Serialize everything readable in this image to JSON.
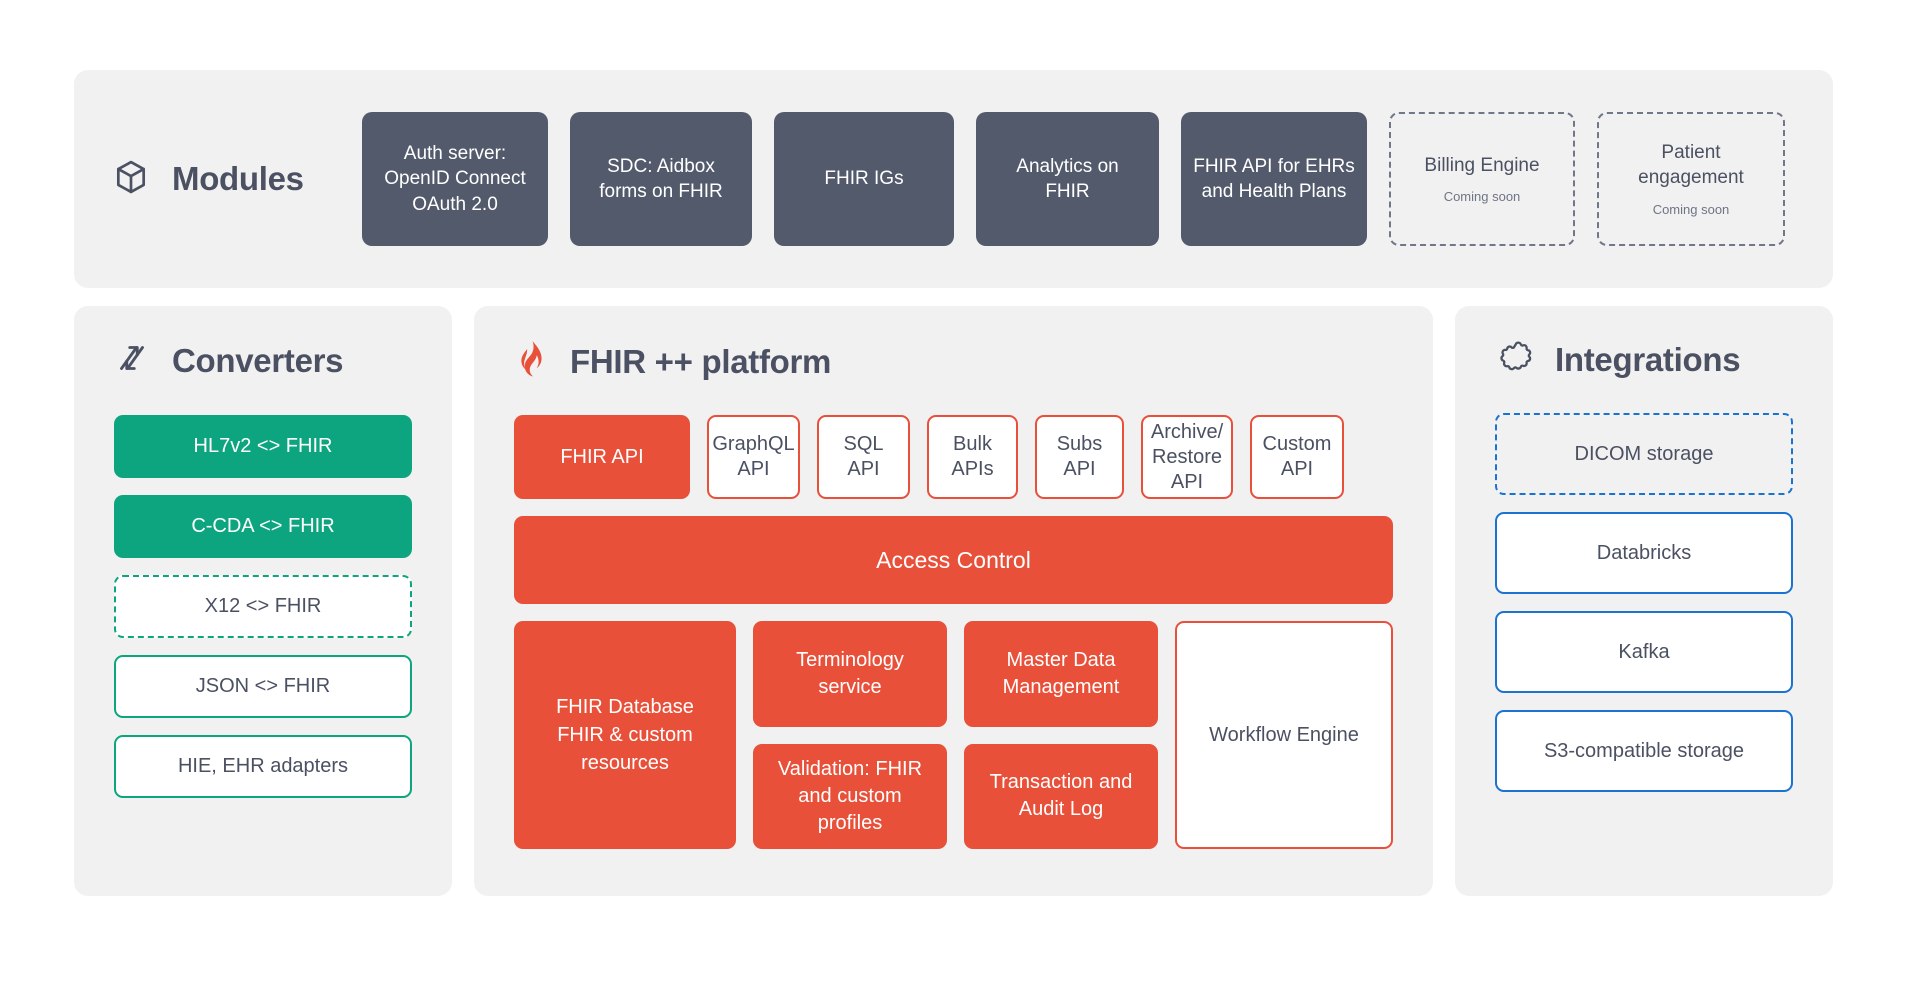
{
  "modules": {
    "title": "Modules",
    "icon": "cube-icon",
    "cards": [
      {
        "label": "Auth server:\nOpenID Connect\nOAuth 2.0",
        "style": "solid"
      },
      {
        "label": "SDC: Aidbox\nforms on FHIR",
        "style": "solid"
      },
      {
        "label": "FHIR IGs",
        "style": "solid"
      },
      {
        "label": "Analytics on\nFHIR",
        "style": "solid"
      },
      {
        "label": "FHIR API for EHRs\nand Health Plans",
        "style": "solid"
      },
      {
        "label": "Billing Engine",
        "style": "coming-soon",
        "note": "Coming soon"
      },
      {
        "label": "Patient\nengagement",
        "style": "coming-soon",
        "note": "Coming soon"
      }
    ]
  },
  "converters": {
    "title": "Converters",
    "icon": "transfer-arrows-icon",
    "items": [
      {
        "label": "HL7v2 <> FHIR",
        "style": "solid"
      },
      {
        "label": "C-CDA <> FHIR",
        "style": "solid"
      },
      {
        "label": "X12 <> FHIR",
        "style": "dashed"
      },
      {
        "label": "JSON <> FHIR",
        "style": "outline"
      },
      {
        "label": "HIE, EHR adapters",
        "style": "outline"
      }
    ]
  },
  "platform": {
    "title": "FHIR ++ platform",
    "icon": "flame-icon",
    "apis": [
      {
        "label": "FHIR API",
        "style": "filled"
      },
      {
        "label": "GraphQL\nAPI",
        "style": "outline"
      },
      {
        "label": "SQL API",
        "style": "outline"
      },
      {
        "label": "Bulk\nAPIs",
        "style": "outline"
      },
      {
        "label": "Subs\nAPI",
        "style": "outline"
      },
      {
        "label": "Archive/\nRestore\nAPI",
        "style": "outline"
      },
      {
        "label": "Custom\nAPI",
        "style": "outline"
      }
    ],
    "access_control": "Access Control",
    "database": "FHIR Database\nFHIR & custom\nresources",
    "services_col1": [
      "Terminology\nservice",
      "Validation: FHIR\nand custom\nprofiles"
    ],
    "services_col2": [
      "Master Data\nManagement",
      "Transaction and\nAudit Log"
    ],
    "workflow_engine": "Workflow Engine"
  },
  "integrations": {
    "title": "Integrations",
    "icon": "puzzle-icon",
    "items": [
      {
        "label": "DICOM storage",
        "style": "dashed"
      },
      {
        "label": "Databricks",
        "style": "outline"
      },
      {
        "label": "Kafka",
        "style": "outline"
      },
      {
        "label": "S3-compatible storage",
        "style": "outline"
      }
    ]
  },
  "colors": {
    "panel_bg": "#f1f1f1",
    "module_card": "#535a6c",
    "converter_green": "#0da57f",
    "platform_red": "#e8503a",
    "integration_blue": "#1a73d0",
    "text_dark": "#4b5162"
  }
}
